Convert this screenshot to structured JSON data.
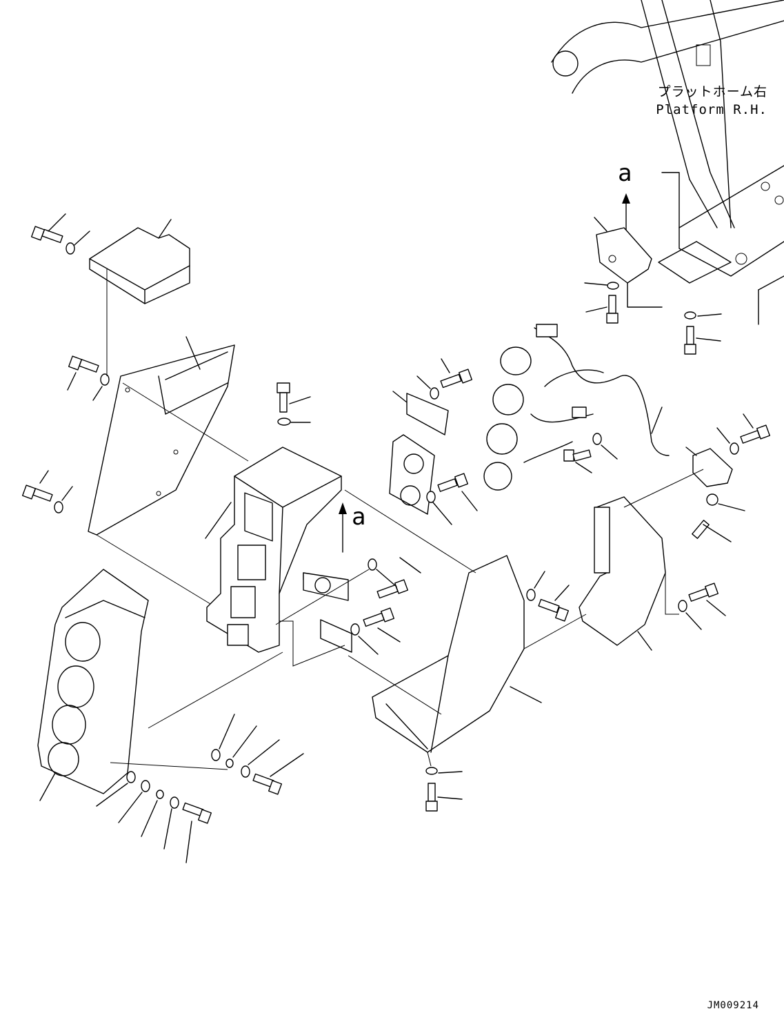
{
  "platform_label": {
    "jp": "プラットホーム右",
    "en": "Platform R.H."
  },
  "view_ref": {
    "upper": "a",
    "lower": "a"
  },
  "figure_id": "JM009214"
}
